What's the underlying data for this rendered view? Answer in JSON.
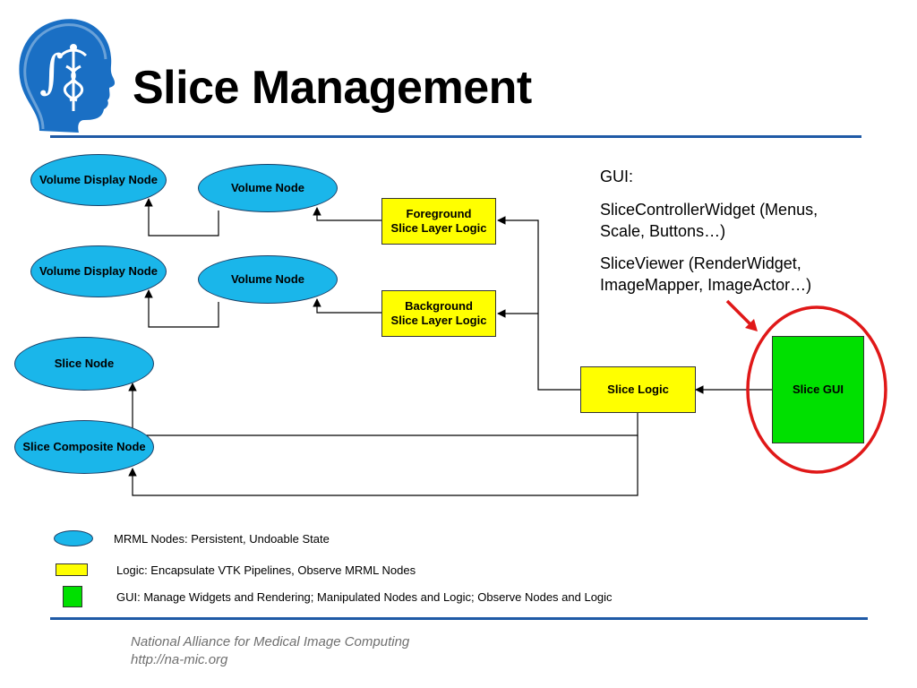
{
  "title": "Slice Management",
  "nodes": {
    "volume_display_node_1": "Volume Display Node",
    "volume_node_1": "Volume Node",
    "foreground_logic_line1": "Foreground",
    "foreground_logic_line2": "Slice Layer Logic",
    "volume_display_node_2": "Volume Display Node",
    "volume_node_2": "Volume Node",
    "background_logic_line1": "Background",
    "background_logic_line2": "Slice Layer Logic",
    "slice_node": "Slice Node",
    "slice_composite_node": "Slice Composite Node",
    "slice_logic": "Slice Logic",
    "slice_gui": "Slice GUI"
  },
  "gui_description": {
    "heading": "GUI:",
    "line1a": "SliceControllerWidget (Menus,",
    "line1b": "Scale, Buttons…)",
    "line2a": "SliceViewer (RenderWidget,",
    "line2b": "ImageMapper, ImageActor…)"
  },
  "legend": {
    "mrml": "MRML Nodes: Persistent, Undoable State",
    "logic": "Logic: Encapsulate VTK Pipelines, Observe MRML Nodes",
    "gui": "GUI: Manage Widgets and Rendering; Manipulated Nodes and Logic; Observe Nodes and Logic"
  },
  "footer": {
    "line1": "National Alliance for Medical Image Computing",
    "line2": "http://na-mic.org"
  },
  "colors": {
    "mrml_node": "#1ab6ea",
    "logic": "#ffff00",
    "gui": "#00e000",
    "highlight_ring": "#e01818",
    "rule": "#1f5aa6",
    "logo": "#1a6fc4"
  },
  "icons": {
    "logo": "head-caduceus-logo-icon"
  }
}
